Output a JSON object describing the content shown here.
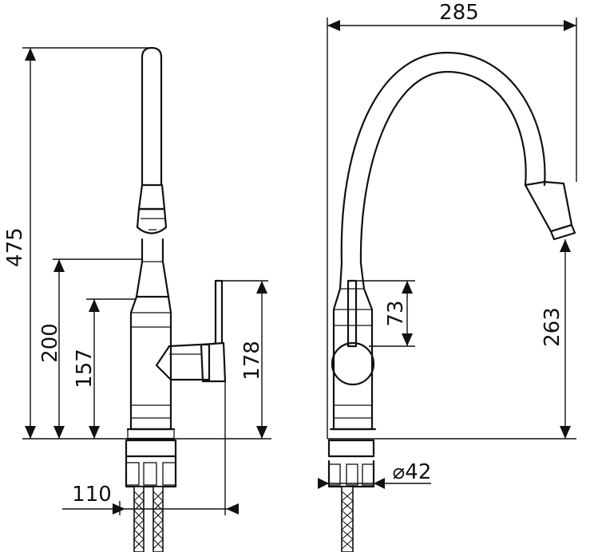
{
  "dimensions": {
    "total_height": "475",
    "handle_height": "200",
    "body_height": "157",
    "lever_height": "178",
    "hose_offset": "110",
    "total_reach": "285",
    "lever_drop": "73",
    "spout_height": "263",
    "base_diameter": "⌀42"
  },
  "colors": {
    "line": "#111111",
    "background": "#ffffff"
  }
}
